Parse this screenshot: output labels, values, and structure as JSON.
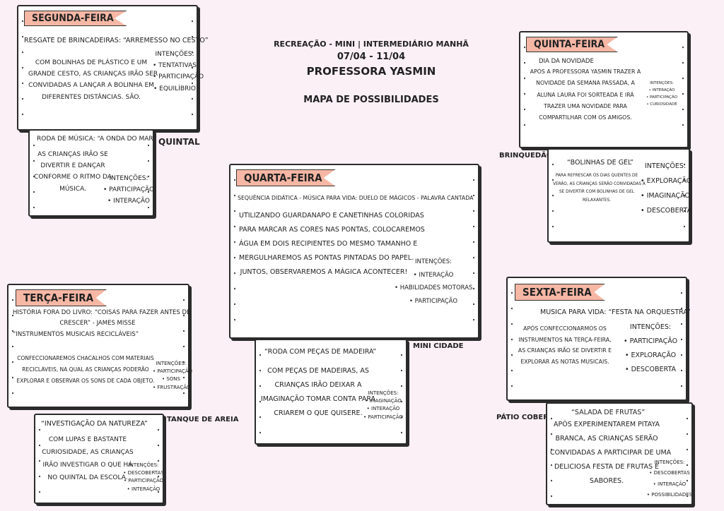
{
  "header": {
    "line1": "RECREAÇÃO - MINI | INTERMEDIÁRIO MANHÃ",
    "dates": "07/04 - 11/04",
    "teacher": "PROFESSORA YASMIN",
    "map_title": "MAPA DE POSSIBILIDADES"
  },
  "places": {
    "quintal": "QUINTAL",
    "brinquedao": "BRINQUEDÃO",
    "mini_cidade": "MINI CIDADE",
    "tanque": "TANQUE DE AREIA",
    "patio": "PÁTIO COBERTO"
  },
  "segunda": {
    "day": "SEGUNDA-FEIRA",
    "title": "RESGATE DE BRINCADEIRAS: “ARREMESSO NO CESTO”",
    "text": [
      "COM BOLINHAS DE PLÁSTICO E UM",
      "GRANDE CESTO, AS CRIANÇAS IRÃO SER",
      "CONVIDADAS A LANÇAR A BOLINHA EM",
      "DIFERENTES DISTÂNCIAS. SÃO."
    ],
    "intentions_label": "INTENÇÕES:",
    "intentions": [
      "• TENTATIVAS",
      "• PARTICIPAÇÃO",
      "• EQUILÍBRIO"
    ]
  },
  "musica": {
    "title": "RODA DE MÚSICA: “A ONDA DO MAR”",
    "text": [
      "AS CRIANÇAS IRÃO SE",
      "DIVERTIR E DANÇAR",
      "CONFORME O RITMO DA",
      "MÚSICA."
    ],
    "intentions_label": "INTENÇÕES:",
    "intentions": [
      "• PARTICIPAÇÃO",
      "• INTERAÇÃO"
    ]
  },
  "terca": {
    "day": "TERÇA-FEIRA",
    "title": [
      "HISTÓRIA FORA DO LIVRO: “COISAS PARA FAZER ANTES DE",
      "CRESCER” - JAMES MISSE",
      "“INSTRUMENTOS MUSICAIS RECICLÁVEIS”"
    ],
    "text": [
      "CONFECCIONAREMOS CHACALHOS COM MATERIAIS",
      "RECICLÁVEIS, NA QUAL AS CRIANÇAS PODERÃO",
      "EXPLORAR E OBSERVAR OS SONS DE CADA OBJETO."
    ],
    "intentions_label": "INTENÇÕES:",
    "intentions": [
      "• PARTICIPAÇÃO",
      "• SONS",
      "• FRUSTRAÇÃO"
    ]
  },
  "natureza": {
    "title": "“INVESTIGAÇÃO DA NATUREZA”",
    "text": [
      "COM LUPAS E BASTANTE",
      "CURIOSIDADE, AS CRIANÇAS",
      "IRÃO INVESTIGAR O QUE HÁ",
      "NO QUINTAL DA ESCOLA."
    ],
    "intentions_label": "INTENÇÕES:",
    "intentions": [
      "• DESCOBERTAS",
      "• PARTICIPAÇÃO",
      "• INTERAÇÃO"
    ]
  },
  "quarta": {
    "day": "QUARTA-FEIRA",
    "title": "SEQUÊNCIA DIDÁTICA - MÚSICA PARA VIDA: DUELO DE MÁGICOS - PALAVRA CANTADA",
    "text": [
      "UTILIZANDO GUARDANAPO E CANETINHAS COLORIDAS",
      "PARA MARCAR AS CORES NAS PONTAS, COLOCAREMOS",
      "ÁGUA EM DOIS RECIPIENTES DO MESMO TAMANHO E",
      "MERGULHAREMOS AS PONTAS PINTADAS DO PAPEL.",
      "JUNTOS, OBSERVAREMOS A MÁGICA ACONTECER!"
    ],
    "intentions_label": "INTENÇÕES:",
    "intentions": [
      "• INTERAÇÃO",
      "• HABILIDADES MOTORAS",
      "• PARTICIPAÇÃO"
    ]
  },
  "madeira": {
    "title": "“RODA COM PEÇAS DE MADEIRA”",
    "text": [
      "COM PEÇAS DE MADEIRAS, AS",
      "CRIANÇAS IRÃO DEIXAR A",
      "IMAGINAÇÃO TOMAR CONTA PARA",
      "CRIAREM O QUE QUISERE."
    ],
    "intentions_label": "INTENÇÕES:",
    "intentions": [
      "• IMAGINAÇÃO",
      "• INTERAÇÃO",
      "• PARTICIPAÇÃO"
    ]
  },
  "quinta": {
    "day": "QUINTA-FEIRA",
    "title": "DIA DA NOVIDADE",
    "text": [
      "APÓS A PROFESSORA YASMIN TRAZER A",
      "NOVIDADE DA SEMANA PASSADA, A",
      "ALUNA LAURA FOI SORTEADA E IRÁ",
      "TRAZER UMA NOVIDADE PARA",
      "COMPARTILHAR COM OS AMIGOS."
    ],
    "intentions_label": "INTENÇÕES:",
    "intentions": [
      "• INTERAÇÃO",
      "• PARTICIPAÇÃO",
      "• CURIOSIDADE"
    ]
  },
  "gel": {
    "title": "“BOLINHAS DE GEL”",
    "text": [
      "PARA REFRESCAR OS DIAS QUENTES DE",
      "VERÃO, AS CRIANÇAS SERÃO CONVIDADAS A",
      "SE DIVERTIR COM BOLINHAS DE GEL",
      "RELAXANTES."
    ],
    "intentions_label": "INTENÇÕES:",
    "intentions": [
      "• EXPLORAÇÃO",
      "• IMAGINAÇÃO",
      "• DESCOBERTA"
    ]
  },
  "sexta": {
    "day": "SEXTA-FEIRA",
    "title": "MUSICA PARA VIDA: “FESTA NA ORQUESTRA”",
    "text": [
      "APÓS CONFECCIONARMOS OS",
      "INSTRUMENTOS NA TERÇA-FEIRA,",
      "AS CRIANÇAS IRÃO SE DIVERTIR E",
      "EXPLORAR AS NOTAS MUSICAIS."
    ],
    "intentions_label": "INTENÇÕES:",
    "intentions": [
      "• PARTICIPAÇÃO",
      "• EXPLORAÇÃO",
      "• DESCOBERTA"
    ]
  },
  "salada": {
    "title": "“SALADA DE FRUTAS”",
    "text": [
      "APÓS EXPERIMENTAREM PITAYA",
      "BRANCA, AS CRIANÇAS SERÃO",
      "CONVIDADAS A PARTICIPAR DE UMA",
      "DELICIOSA FESTA DE FRUTAS E",
      "SABORES."
    ],
    "intentions_label": "INTENÇÕES:",
    "intentions": [
      "• DESCOBERTAS",
      "• INTERAÇÃO",
      "• POSSIBILIDADES"
    ]
  }
}
